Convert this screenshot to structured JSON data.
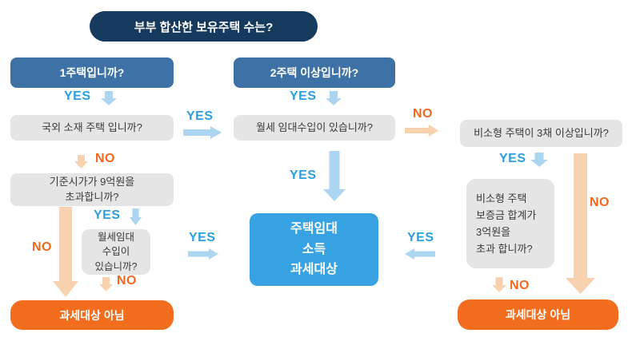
{
  "title": "부부 합산한 보유주택 수는?",
  "labels": {
    "yes": "YES",
    "no": "NO"
  },
  "nodes": {
    "one_house": "1주택입니까?",
    "two_houses": "2주택 이상입니까?",
    "overseas": "국외 소재 주택 입니까?",
    "monthly_rent": "월세 임대수입이 있습니까?",
    "nonsmall_three": "비소형 주택이 3채 이상입니까?",
    "base_price": "기준시가가 9억원을\n초과합니까?",
    "small_monthly_rent": "월세임대\n수입이\n있습니까?",
    "deposit_sum": "비소형 주택\n보증금 합계가\n3억원을\n초과 합니까?",
    "taxable": "주택임대\n소득\n과세대상",
    "not_taxable_left": "과세대상 아님",
    "not_taxable_right": "과세대상 아님"
  },
  "colors": {
    "navy": "#16395E",
    "question_blue": "#3E72A6",
    "result_blue": "#38A3E2",
    "gray_box": "#E5E5E5",
    "result_orange": "#F36D1E",
    "yes_text": "#2B9EE0",
    "no_text": "#F2681E",
    "arrow_blue": "#ACD5F2",
    "arrow_orange": "#F8D1AE"
  }
}
